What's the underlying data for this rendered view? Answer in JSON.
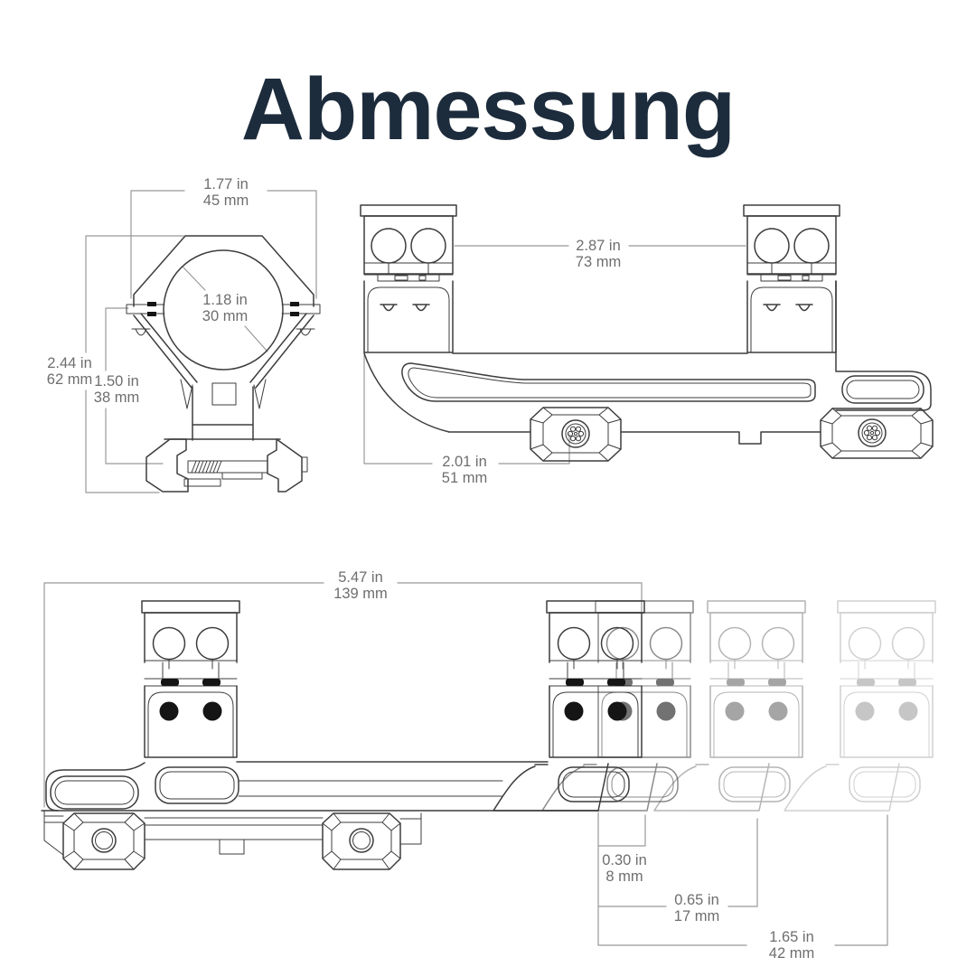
{
  "title": "Abmessung",
  "colors": {
    "title_text": "#1d2c3c",
    "drawing_line": "#3d3d3d",
    "dimension_line": "#999999",
    "dimension_text": "#6e6e6e",
    "background": "#ffffff"
  },
  "views": {
    "front_view": {
      "dimensions": {
        "ring_width": {
          "in": "1.77 in",
          "mm": "45 mm"
        },
        "inner_diameter": {
          "in": "1.18 in",
          "mm": "30 mm"
        },
        "total_height": {
          "in": "2.44 in",
          "mm": "62 mm"
        },
        "center_height": {
          "in": "1.50 in",
          "mm": "38 mm"
        }
      }
    },
    "side_view": {
      "dimensions": {
        "ring_spacing": {
          "in": "2.87 in",
          "mm": "73 mm"
        },
        "cantilever_offset": {
          "in": "2.01 in",
          "mm": "51 mm"
        }
      }
    },
    "offset_view": {
      "dimensions": {
        "overall_length": {
          "in": "5.47 in",
          "mm": "139 mm"
        },
        "offset_small": {
          "in": "0.30 in",
          "mm": "8 mm"
        },
        "offset_medium": {
          "in": "0.65 in",
          "mm": "17 mm"
        },
        "offset_large": {
          "in": "1.65 in",
          "mm": "42 mm"
        }
      }
    }
  }
}
